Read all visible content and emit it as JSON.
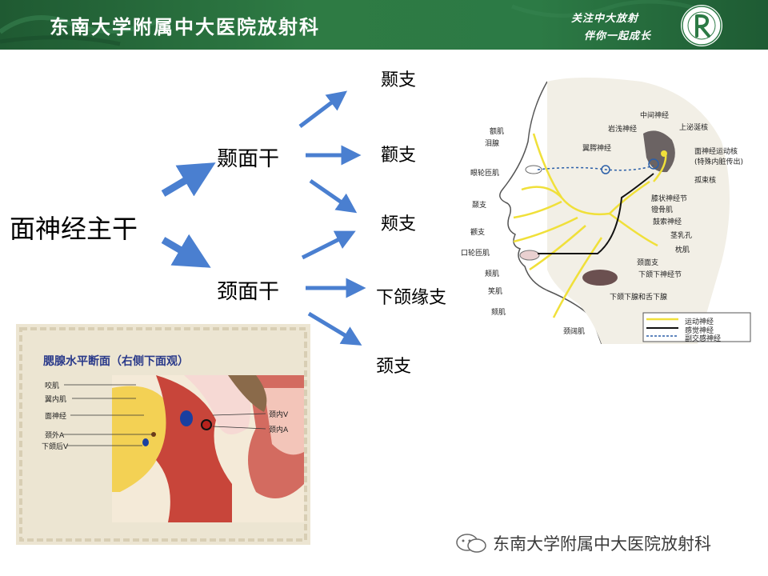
{
  "header": {
    "title": "东南大学附属中大医院放射科",
    "slogan_line1": "关注中大放射",
    "slogan_line2": "伴你一起成长",
    "banner_color": "#2c7a45"
  },
  "tree": {
    "root": "面神经主干",
    "branch1": "颞面干",
    "branch2": "颈面干",
    "leaves": [
      "颞支",
      "颧支",
      "颊支",
      "下颌缘支",
      "颈支"
    ],
    "arrow_color": "#4a7fd0"
  },
  "face_figure": {
    "left_labels": [
      "额肌",
      "泪腺",
      "眼轮匝肌",
      "颞支",
      "颧支",
      "口轮匝肌",
      "颊肌",
      "笑肌",
      "颏肌",
      "颈阔肌"
    ],
    "top_labels": [
      "中间神经",
      "岩浅神经",
      "翼腭神经",
      "上泌涎核"
    ],
    "right_labels": [
      "面神经运动核",
      "(特殊内脏传出)",
      "孤束核",
      "膝状神经节",
      "镫骨肌",
      "鼓索神经",
      "茎乳孔",
      "枕肌",
      "颈面支",
      "下颌下神经节",
      "下颌下腺和舌下腺"
    ],
    "legend": [
      "运动神经",
      "感觉神经",
      "副交感神经"
    ],
    "motor_color": "#f0e03a",
    "sensory_color": "#111111",
    "parasympathetic_color": "#2b5fa8"
  },
  "section_figure": {
    "caption": "腮腺水平断面（右侧下面观）",
    "left_labels": [
      "咬肌",
      "翼内肌",
      "面神经",
      "颈外A",
      "下颌后V"
    ],
    "right_labels": [
      "颈内V",
      "颈内A"
    ]
  },
  "watermark": {
    "text": "东南大学附属中大医院放射科"
  }
}
